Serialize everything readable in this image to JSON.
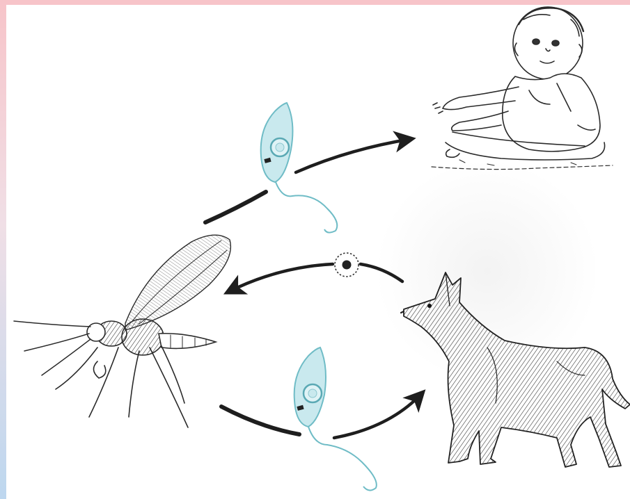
{
  "diagram": {
    "nodes": [
      {
        "id": "sandfly",
        "icon": "sandfly-icon"
      },
      {
        "id": "child",
        "icon": "child-icon"
      },
      {
        "id": "dog",
        "icon": "dog-icon"
      },
      {
        "id": "promastigote-top",
        "icon": "promastigote-icon"
      },
      {
        "id": "promastigote-bottom",
        "icon": "promastigote-icon"
      },
      {
        "id": "amastigote",
        "icon": "amastigote-icon"
      }
    ],
    "edges": [
      {
        "from": "sandfly",
        "to": "child",
        "via": "promastigote-top"
      },
      {
        "from": "dog",
        "to": "sandfly",
        "via": "amastigote"
      },
      {
        "from": "sandfly",
        "to": "dog",
        "via": "promastigote-bottom"
      }
    ]
  },
  "colors": {
    "frame_top": "#f7c4c9",
    "frame_left_top": "#f7c4c9",
    "frame_left_bottom": "#bdd7ef",
    "background": "#ffffff",
    "ink": "#1e1e1e",
    "parasite_fill": "#c9e9ee",
    "parasite_stroke": "#6fbcc6"
  }
}
